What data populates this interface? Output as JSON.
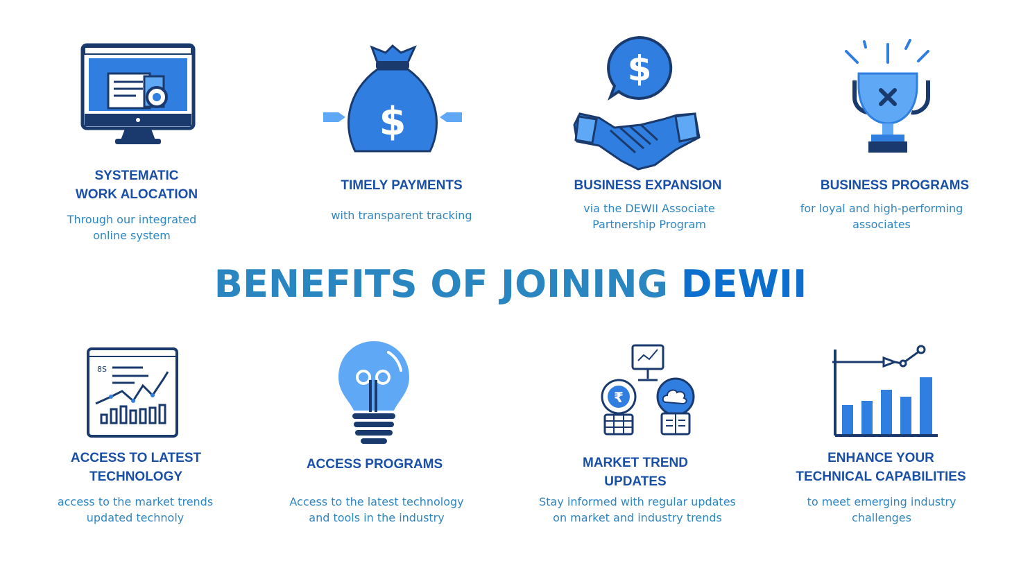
{
  "headline": {
    "main": "BENEFITS OF JOINING ",
    "accent": "DEWII"
  },
  "benefits_top": [
    {
      "title": "SYSTEMATIC\nWORK ALOCATION",
      "desc": "Through our integrated\nonline system",
      "icon": "computer-monitor-icon"
    },
    {
      "title": "TIMELY PAYMENTS",
      "desc": "with transparent tracking",
      "icon": "money-bag-icon"
    },
    {
      "title": "BUSINESS EXPANSION",
      "desc": "via the DEWII Associate\nPartnership Program",
      "icon": "handshake-icon"
    },
    {
      "title": "BUSINESS PROGRAMS",
      "desc": "for loyal and high-performing\nassociates",
      "icon": "trophy-icon"
    }
  ],
  "benefits_bottom": [
    {
      "title": "ACCESS TO LATEST\nTECHNOLOGY",
      "desc": "access to the market trends\nupdated technoly",
      "icon": "chart-board-icon"
    },
    {
      "title": "ACCESS PROGRAMS",
      "desc": "Access to the latest technology\nand tools in the industry",
      "icon": "light-bulb-icon"
    },
    {
      "title": "MARKET TREND\nUPDATES",
      "desc": "Stay informed with regular updates\non market and industry trends",
      "icon": "market-updates-icon"
    },
    {
      "title": "ENHANCE YOUR\nTECHNICAL CAPABILITIES",
      "desc": "to meet emerging industry\nchallenges",
      "icon": "bar-chart-icon"
    }
  ],
  "colors": {
    "navy": "#1a3a6e",
    "blue": "#2f7ee0",
    "light_blue": "#5fa8f5",
    "title": "#1a4fa8",
    "desc": "#2e86c1"
  }
}
